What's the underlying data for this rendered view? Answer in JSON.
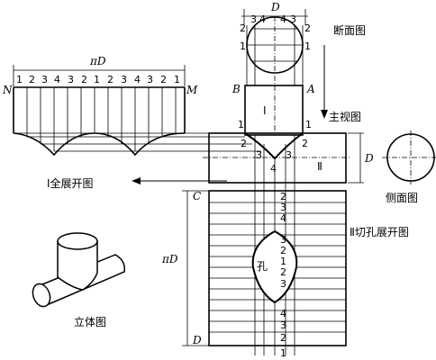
{
  "labels": {
    "section_view": "断面图",
    "front_view": "主视图",
    "side_view": "侧面图",
    "develop_I": "Ⅰ全展开图",
    "develop_II": "Ⅱ切孔展开图",
    "iso_view": "立体图",
    "hole": "孔",
    "roman_I": "Ⅰ",
    "roman_II": "Ⅱ"
  },
  "dimensions": {
    "D": "D",
    "piD": "πD",
    "top_d_left": "4",
    "top_d_mid": "3",
    "top_d_right": "4",
    "top_d_far_right": "3"
  },
  "points": {
    "A": "A",
    "B": "B",
    "C": "C",
    "D": "D",
    "M": "M",
    "N": "N"
  },
  "top_section_numbers": [
    "2",
    "1",
    "2",
    "1"
  ],
  "develop_I_numbers": [
    "1",
    "2",
    "3",
    "4",
    "3",
    "2",
    "1",
    "2",
    "3",
    "4",
    "3",
    "2",
    "1"
  ],
  "front_numbers": {
    "left1": "1",
    "left2": "2",
    "left3": "3",
    "left4": "4",
    "right1": "1",
    "right2": "2",
    "right3": "3"
  },
  "develop_II_numbers_top": [
    "2",
    "3",
    "4",
    "3",
    "2",
    "1"
  ],
  "develop_II_numbers_mid": [
    "2",
    "3"
  ],
  "develop_II_numbers_bottom": [
    "4",
    "3",
    "2",
    "1"
  ]
}
